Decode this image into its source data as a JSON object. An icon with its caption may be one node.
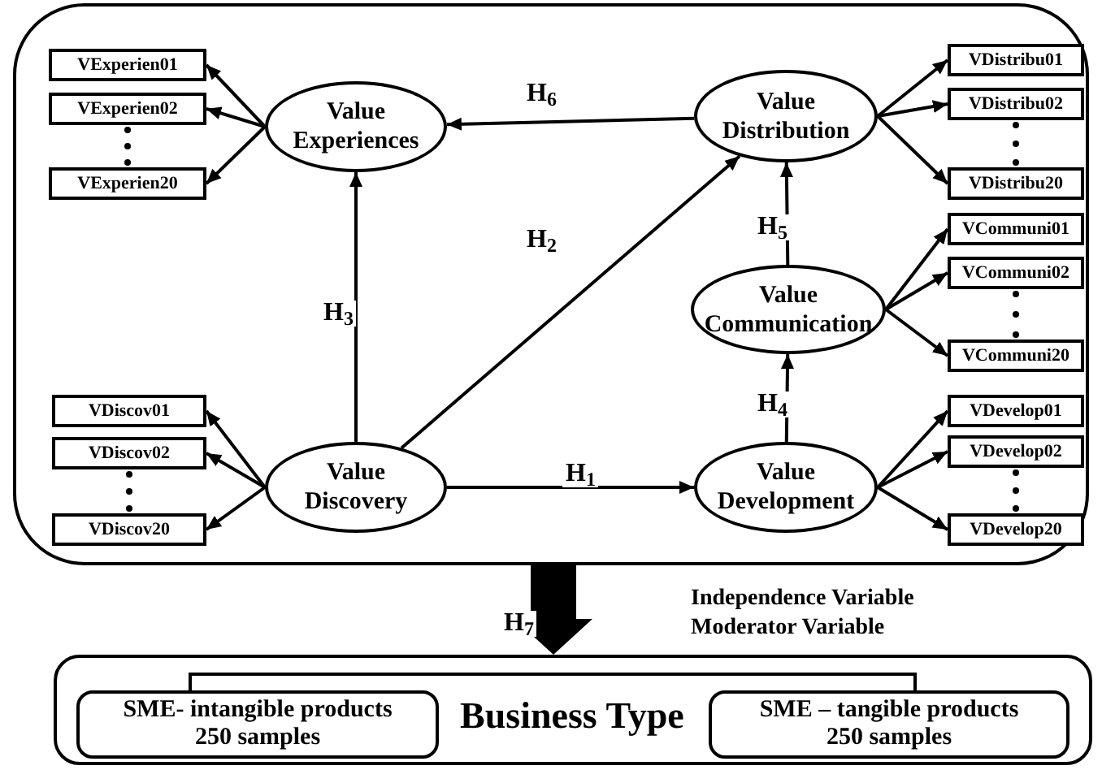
{
  "diagram": {
    "nodes": [
      {
        "text": [],
        "shape": "box"
      },
      {
        "text": [
          "Value Experiences"
        ],
        "in": 0
      },
      {
        "text": [
          "Value Distribution"
        ],
        "in": 0
      },
      {
        "text": [
          "Value Communication"
        ],
        "in": 0
      },
      {
        "text": [
          "Value Discovery"
        ],
        "in": 0
      },
      {
        "text": [
          "Value Development"
        ],
        "in": 0
      },
      {
        "text": [
          "VExperien01"
        ],
        "in": 0
      },
      {
        "text": [
          "VExperien02"
        ],
        "in": 0
      },
      {
        "text": [
          "VExperien20"
        ],
        "in": 0
      },
      {
        "text": [
          "VDistribu01"
        ],
        "in": 0
      },
      {
        "text": [
          "VDistribu02"
        ],
        "in": 0
      },
      {
        "text": [
          "VDistribu20"
        ],
        "in": 0
      },
      {
        "text": [
          "VCommuni01"
        ],
        "in": 0
      },
      {
        "text": [
          "VCommuni02"
        ],
        "in": 0
      },
      {
        "text": [
          "VCommuni20"
        ],
        "in": 0
      },
      {
        "text": [
          "VDiscov01"
        ],
        "in": 0
      },
      {
        "text": [
          "VDiscov02"
        ],
        "in": 0
      },
      {
        "text": [
          "VDiscov20"
        ],
        "in": 0
      },
      {
        "text": [
          "VDevelop01"
        ],
        "in": 0
      },
      {
        "text": [
          "VDevelop02"
        ],
        "in": 0
      },
      {
        "text": [
          "VDevelop20"
        ],
        "in": 0
      },
      {
        "text": [
          "Business Type"
        ]
      },
      {
        "text": [
          "SME- intangible products",
          "250 samples"
        ],
        "in": 21
      },
      {
        "text": [
          "SME – tangible products",
          "250 samples"
        ],
        "in": 21
      }
    ],
    "edges": [
      {
        "from": 2,
        "to": 1,
        "arrow": "to",
        "label": "H$_{6}$"
      },
      {
        "from": 4,
        "to": 1,
        "arrow": "to",
        "label": "H$_{3}$"
      },
      {
        "from": 4,
        "to": 2,
        "arrow": "to",
        "label": "H$_{2}$"
      },
      {
        "from": 4,
        "to": 5,
        "arrow": "to",
        "label": "H$_{1}$"
      },
      {
        "from": 5,
        "to": 3,
        "arrow": "to",
        "label": "H$_{4}$"
      },
      {
        "from": 3,
        "to": 2,
        "arrow": "to",
        "label": "H$_{5}$"
      },
      {
        "from": 1,
        "to": 6,
        "arrow": "to"
      },
      {
        "from": 1,
        "to": 7,
        "arrow": "to"
      },
      {
        "from": 1,
        "to": 8,
        "arrow": "to"
      },
      {
        "from": 2,
        "to": 9,
        "arrow": "to"
      },
      {
        "from": 2,
        "to": 10,
        "arrow": "to"
      },
      {
        "from": 2,
        "to": 11,
        "arrow": "to"
      },
      {
        "from": 3,
        "to": 12,
        "arrow": "to"
      },
      {
        "from": 3,
        "to": 13,
        "arrow": "to"
      },
      {
        "from": 3,
        "to": 14,
        "arrow": "to"
      },
      {
        "from": 4,
        "to": 15,
        "arrow": "to"
      },
      {
        "from": 4,
        "to": 16,
        "arrow": "to"
      },
      {
        "from": 4,
        "to": 17,
        "arrow": "to"
      },
      {
        "from": 5,
        "to": 18,
        "arrow": "to"
      },
      {
        "from": 5,
        "to": 19,
        "arrow": "to"
      },
      {
        "from": 5,
        "to": 20,
        "arrow": "to"
      },
      {
        "from": 0,
        "to": 21,
        "arrow": "to",
        "label": "H$_{7}$",
        "style": "thick"
      },
      {
        "from": 22,
        "to": 23,
        "arrow": "none"
      }
    ],
    "labels": [
      "Independence Variable",
      "Moderator Variable"
    ]
  }
}
